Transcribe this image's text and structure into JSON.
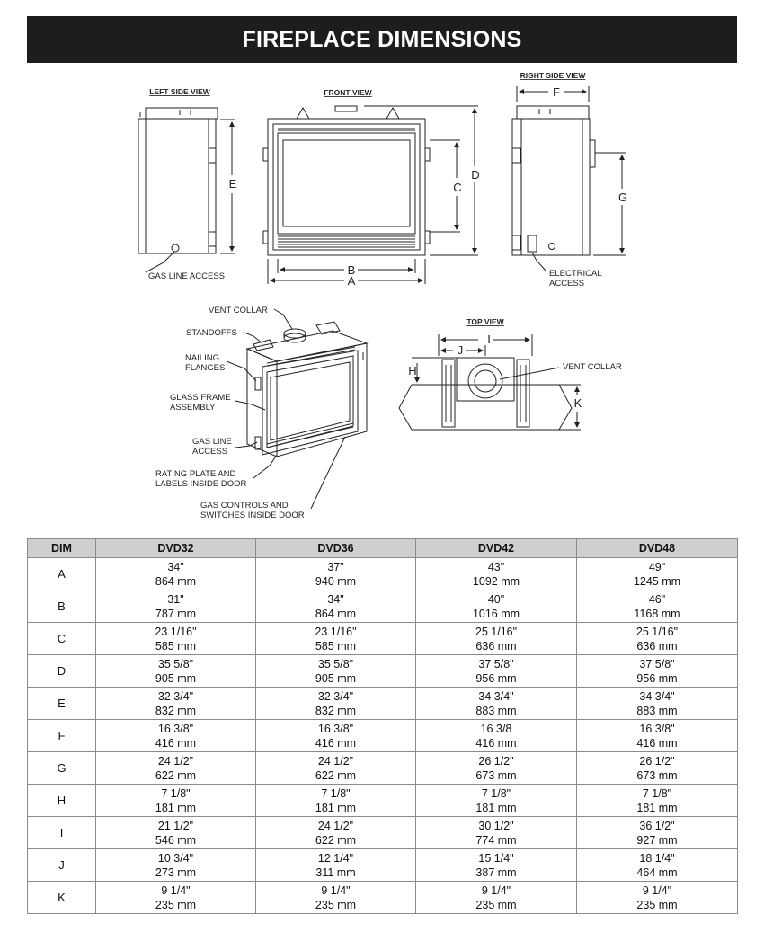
{
  "title": "FIREPLACE DIMENSIONS",
  "views": {
    "left_side": "LEFT SIDE VIEW",
    "front": "FRONT VIEW",
    "right_side": "RIGHT SIDE VIEW",
    "top": "TOP VIEW"
  },
  "callouts": {
    "gas_line_access": "GAS LINE ACCESS",
    "electrical_1": "ELECTRICAL",
    "electrical_2": "ACCESS",
    "vent_collar": "VENT COLLAR",
    "standoffs": "STANDOFFS",
    "nailing_1": "NAILING",
    "nailing_2": "FLANGES",
    "glass_1": "GLASS FRAME",
    "glass_2": "ASSEMBLY",
    "gasline_1": "GAS LINE",
    "gasline_2": "ACCESS",
    "rating_1": "RATING PLATE AND",
    "rating_2": "LABELS INSIDE DOOR",
    "controls_1": "GAS CONTROLS AND",
    "controls_2": "SWITCHES INSIDE DOOR",
    "top_vent_collar": "VENT COLLAR"
  },
  "dim_letters": {
    "A": "A",
    "B": "B",
    "C": "C",
    "D": "D",
    "E": "E",
    "F": "F",
    "G": "G",
    "H": "H",
    "I": "I",
    "J": "J",
    "K": "K"
  },
  "table": {
    "headers": [
      "DIM",
      "DVD32",
      "DVD36",
      "DVD42",
      "DVD48"
    ],
    "rows": [
      {
        "dim": "A",
        "cells": [
          [
            "34\"",
            "864 mm"
          ],
          [
            "37\"",
            "940 mm"
          ],
          [
            "43\"",
            "1092 mm"
          ],
          [
            "49\"",
            "1245 mm"
          ]
        ]
      },
      {
        "dim": "B",
        "cells": [
          [
            "31\"",
            "787 mm"
          ],
          [
            "34\"",
            "864 mm"
          ],
          [
            "40\"",
            "1016 mm"
          ],
          [
            "46\"",
            "1168 mm"
          ]
        ]
      },
      {
        "dim": "C",
        "cells": [
          [
            "23 1/16\"",
            "585 mm"
          ],
          [
            "23 1/16\"",
            "585 mm"
          ],
          [
            "25 1/16\"",
            "636 mm"
          ],
          [
            "25 1/16\"",
            "636 mm"
          ]
        ]
      },
      {
        "dim": "D",
        "cells": [
          [
            "35 5/8\"",
            "905 mm"
          ],
          [
            "35 5/8\"",
            "905 mm"
          ],
          [
            "37 5/8\"",
            "956 mm"
          ],
          [
            "37 5/8\"",
            "956 mm"
          ]
        ]
      },
      {
        "dim": "E",
        "cells": [
          [
            "32 3/4\"",
            "832 mm"
          ],
          [
            "32 3/4\"",
            "832 mm"
          ],
          [
            "34 3/4\"",
            "883 mm"
          ],
          [
            "34 3/4\"",
            "883 mm"
          ]
        ]
      },
      {
        "dim": "F",
        "cells": [
          [
            "16 3/8\"",
            "416 mm"
          ],
          [
            "16 3/8\"",
            "416 mm"
          ],
          [
            "16 3/8",
            "416 mm"
          ],
          [
            "16 3/8\"",
            "416 mm"
          ]
        ]
      },
      {
        "dim": "G",
        "cells": [
          [
            "24 1/2\"",
            "622 mm"
          ],
          [
            "24 1/2\"",
            "622 mm"
          ],
          [
            "26 1/2\"",
            "673 mm"
          ],
          [
            "26 1/2\"",
            "673 mm"
          ]
        ]
      },
      {
        "dim": "H",
        "cells": [
          [
            "7 1/8\"",
            "181 mm"
          ],
          [
            "7 1/8\"",
            "181 mm"
          ],
          [
            "7 1/8\"",
            "181 mm"
          ],
          [
            "7 1/8\"",
            "181 mm"
          ]
        ]
      },
      {
        "dim": "I",
        "cells": [
          [
            "21 1/2\"",
            "546 mm"
          ],
          [
            "24 1/2\"",
            "622 mm"
          ],
          [
            "30 1/2\"",
            "774 mm"
          ],
          [
            "36 1/2\"",
            "927 mm"
          ]
        ]
      },
      {
        "dim": "J",
        "cells": [
          [
            "10 3/4\"",
            "273 mm"
          ],
          [
            "12 1/4\"",
            "311 mm"
          ],
          [
            "15 1/4\"",
            "387 mm"
          ],
          [
            "18 1/4\"",
            "464 mm"
          ]
        ]
      },
      {
        "dim": "K",
        "cells": [
          [
            "9 1/4\"",
            "235 mm"
          ],
          [
            "9 1/4\"",
            "235 mm"
          ],
          [
            "9 1/4\"",
            "235 mm"
          ],
          [
            "9 1/4\"",
            "235 mm"
          ]
        ]
      }
    ]
  }
}
